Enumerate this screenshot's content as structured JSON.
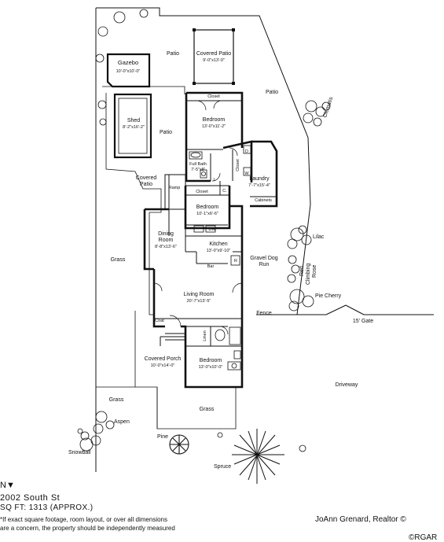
{
  "rooms": {
    "gazebo": {
      "name": "Gazebo",
      "dims": "10'-0\"x10'-0\""
    },
    "covered_patio_top": {
      "name": "Covered Patio",
      "dims": "9'-0\"x13'-0\""
    },
    "shed": {
      "name": "Shed",
      "dims": "8'-2\"x16'-2\""
    },
    "bedroom_top": {
      "name": "Bedroom",
      "dims": "13'-0\"x11'-2\""
    },
    "closet_top": "Closet",
    "full_bath": {
      "name": "Full Bath",
      "dims": "7'-5\"x8'"
    },
    "laundry": {
      "name": "Laundry",
      "dims": "7'-7\"x15'-4\""
    },
    "cabinets": "Cabinets",
    "closet_mid": "Closet",
    "closet_side": "Closet",
    "bedroom_mid": {
      "name": "Bedroom",
      "dims": "10'-1\"x6'-6\""
    },
    "dining_room": {
      "name1": "Dining",
      "name2": "Room",
      "dims": "8'-8\"x13'-6\""
    },
    "kitchen": {
      "name": "Kitchen",
      "dims": "13'-0\"x9'-10\""
    },
    "living_room": {
      "name": "Living Room",
      "dims": "20'-7\"x13'-5\""
    },
    "covered_porch": {
      "name": "Covered Porch",
      "dims": "10'-0\"x14'-0\""
    },
    "bedroom_bottom": {
      "name": "Bedroom",
      "dims": "13'-0\"x10'-0\""
    },
    "coat": "Coat",
    "linen": "Linen"
  },
  "fixtures": {
    "dw": "DW",
    "bar": "Bar",
    "r": "R",
    "c": "C.",
    "l": "L",
    "w": "W",
    "d": "D"
  },
  "outdoor": {
    "patio_1": "Patio",
    "patio_2": "Patio",
    "patio_3": "Patio",
    "covered_patio_left": [
      "Covered",
      "Patio"
    ],
    "ramp": "Ramp",
    "grass_1": "Grass",
    "grass_2": "Grass",
    "grass_3": "Grass",
    "gravel_dog_run": [
      "Gravel Dog",
      "Run"
    ],
    "fence": "Fence",
    "gate": "15' Gate",
    "driveway": "Driveway"
  },
  "plants": {
    "clematis": "Clematis",
    "lilac": "Lilac",
    "red_climbing_rose": [
      "Red",
      "Climbing",
      "Rose"
    ],
    "pie_cherry": "Pie Cherry",
    "aspen": "Aspen",
    "snowball": "Snowball",
    "pine": "Pine",
    "spruce": "Spruce"
  },
  "footer": {
    "north_symbol": "N▼",
    "address": "2002 South St",
    "sqft": "SQ FT: 1313 (APPROX.)",
    "disclaimer_1": "*If exact square footage, room layout, or over all dimensions",
    "disclaimer_2": "are a concern, the property should be independently measured",
    "realtor": "JoAnn Grenard, Realtor ©",
    "copyright": "©RGAR"
  }
}
